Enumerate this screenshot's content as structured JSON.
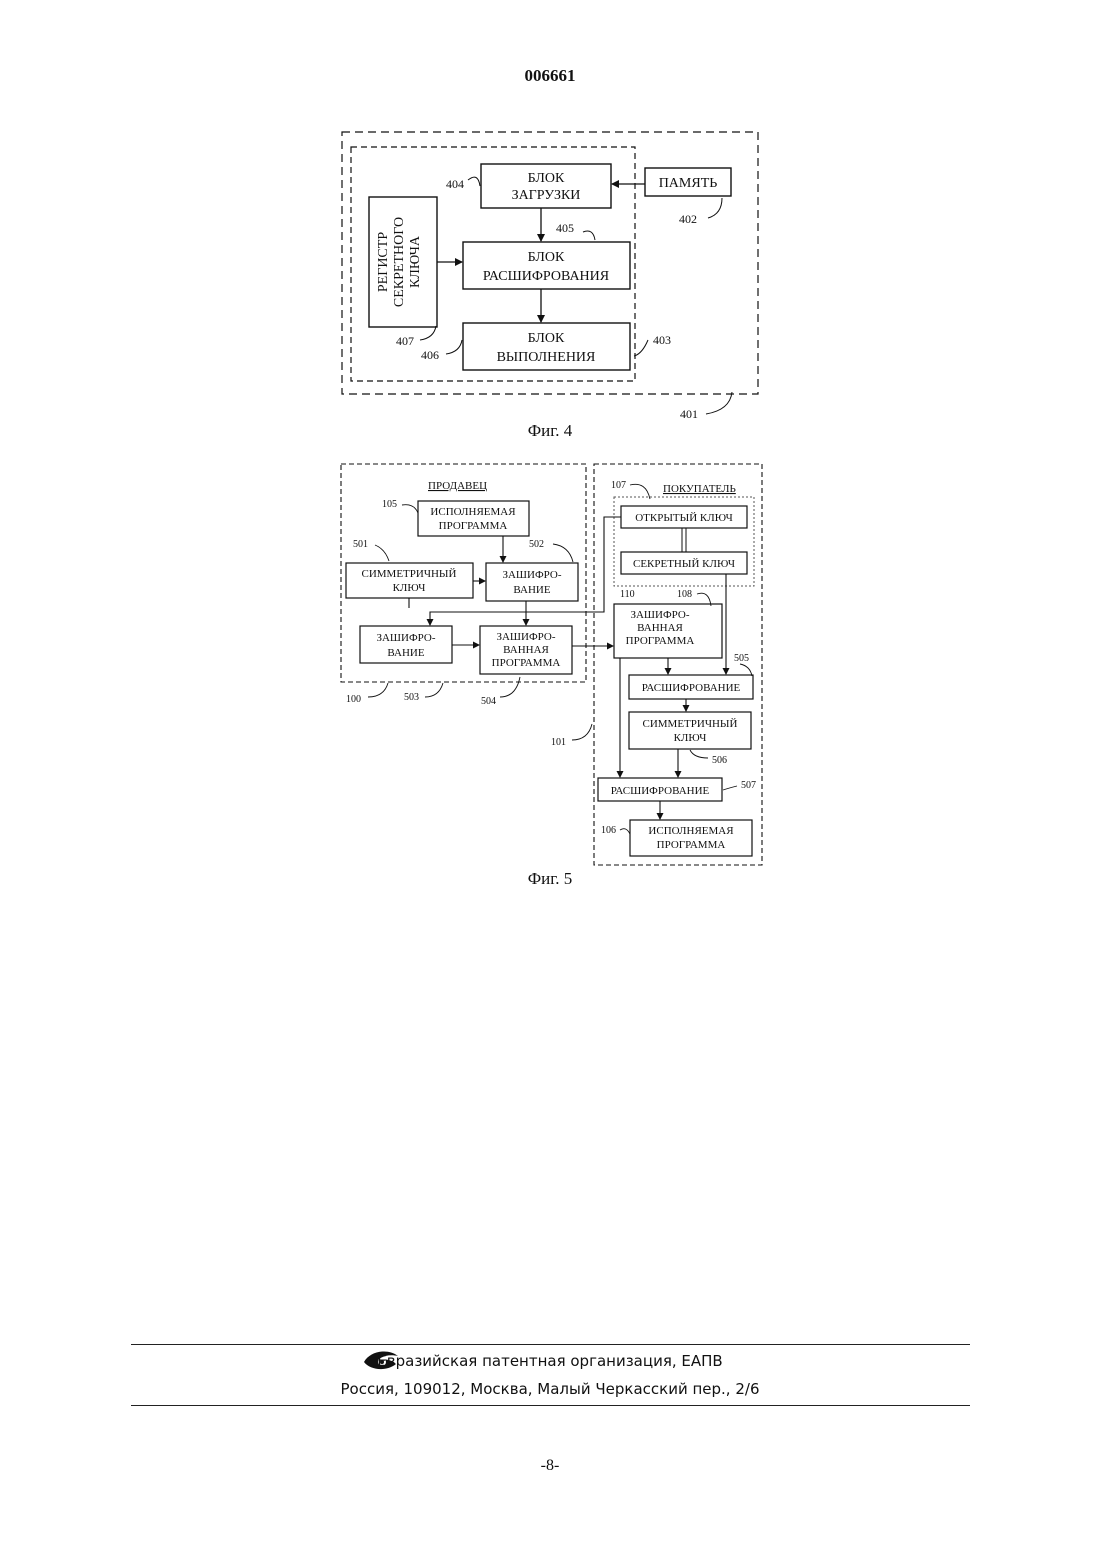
{
  "header": {
    "doc_number": "006661"
  },
  "fig4": {
    "caption": "Фиг. 4",
    "blocks": {
      "load_line1": "БЛОК",
      "load_line2": "ЗАГРУЗКИ",
      "memory": "ПАМЯТЬ",
      "decrypt_line1": "БЛОК",
      "decrypt_line2": "РАСШИФРОВАНИЯ",
      "exec_line1": "БЛОК",
      "exec_line2": "ВЫПОЛНЕНИЯ",
      "register_line1": "РЕГИСТР",
      "register_line2": "СЕКРЕТНОГО",
      "register_line3": "КЛЮЧА"
    },
    "refs": {
      "r401": "401",
      "r402": "402",
      "r403": "403",
      "r404": "404",
      "r405": "405",
      "r406": "406",
      "r407": "407"
    }
  },
  "fig5": {
    "caption": "Фиг. 5",
    "seller_label": "ПРОДАВЕЦ",
    "buyer_label": "ПОКУПАТЕЛЬ",
    "blocks": {
      "exec_prog_line1": "ИСПОЛНЯЕМАЯ",
      "exec_prog_line2": "ПРОГРАММА",
      "sym_key_line1": "СИММЕТРИЧНЫЙ",
      "sym_key_line2": "КЛЮЧ",
      "encrypt1_line1": "ЗАШИФРО-",
      "encrypt1_line2": "ВАНИЕ",
      "encrypt2_line1": "ЗАШИФРО-",
      "encrypt2_line2": "ВАНИЕ",
      "enc_prog_line1": "ЗАШИФРО-",
      "enc_prog_line2": "ВАННАЯ",
      "enc_prog_line3": "ПРОГРАММА",
      "public_key": "ОТКРЫТЫЙ КЛЮЧ",
      "secret_key": "СЕКРЕТНЫЙ КЛЮЧ",
      "buyer_enc_prog_line1": "ЗАШИФРО-",
      "buyer_enc_prog_line2": "ВАННАЯ",
      "buyer_enc_prog_line3": "ПРОГРАММА",
      "decrypt1": "РАСШИФРОВАНИЕ",
      "buyer_sym_key_line1": "СИММЕТРИЧНЫЙ",
      "buyer_sym_key_line2": "КЛЮЧ",
      "decrypt2": "РАСШИФРОВАНИЕ",
      "buyer_exec_prog_line1": "ИСПОЛНЯЕМАЯ",
      "buyer_exec_prog_line2": "ПРОГРАММА"
    },
    "refs": {
      "r100": "100",
      "r101": "101",
      "r105": "105",
      "r106": "106",
      "r107": "107",
      "r108": "108",
      "r110": "110",
      "r501": "501",
      "r502": "502",
      "r503": "503",
      "r504": "504",
      "r505": "505",
      "r506": "506",
      "r507": "507"
    }
  },
  "footer": {
    "organization": "Евразийская патентная организация, ЕАПВ",
    "address": "Россия, 109012, Москва, Малый Черкасский пер., 2/6"
  },
  "page_number": "-8-"
}
